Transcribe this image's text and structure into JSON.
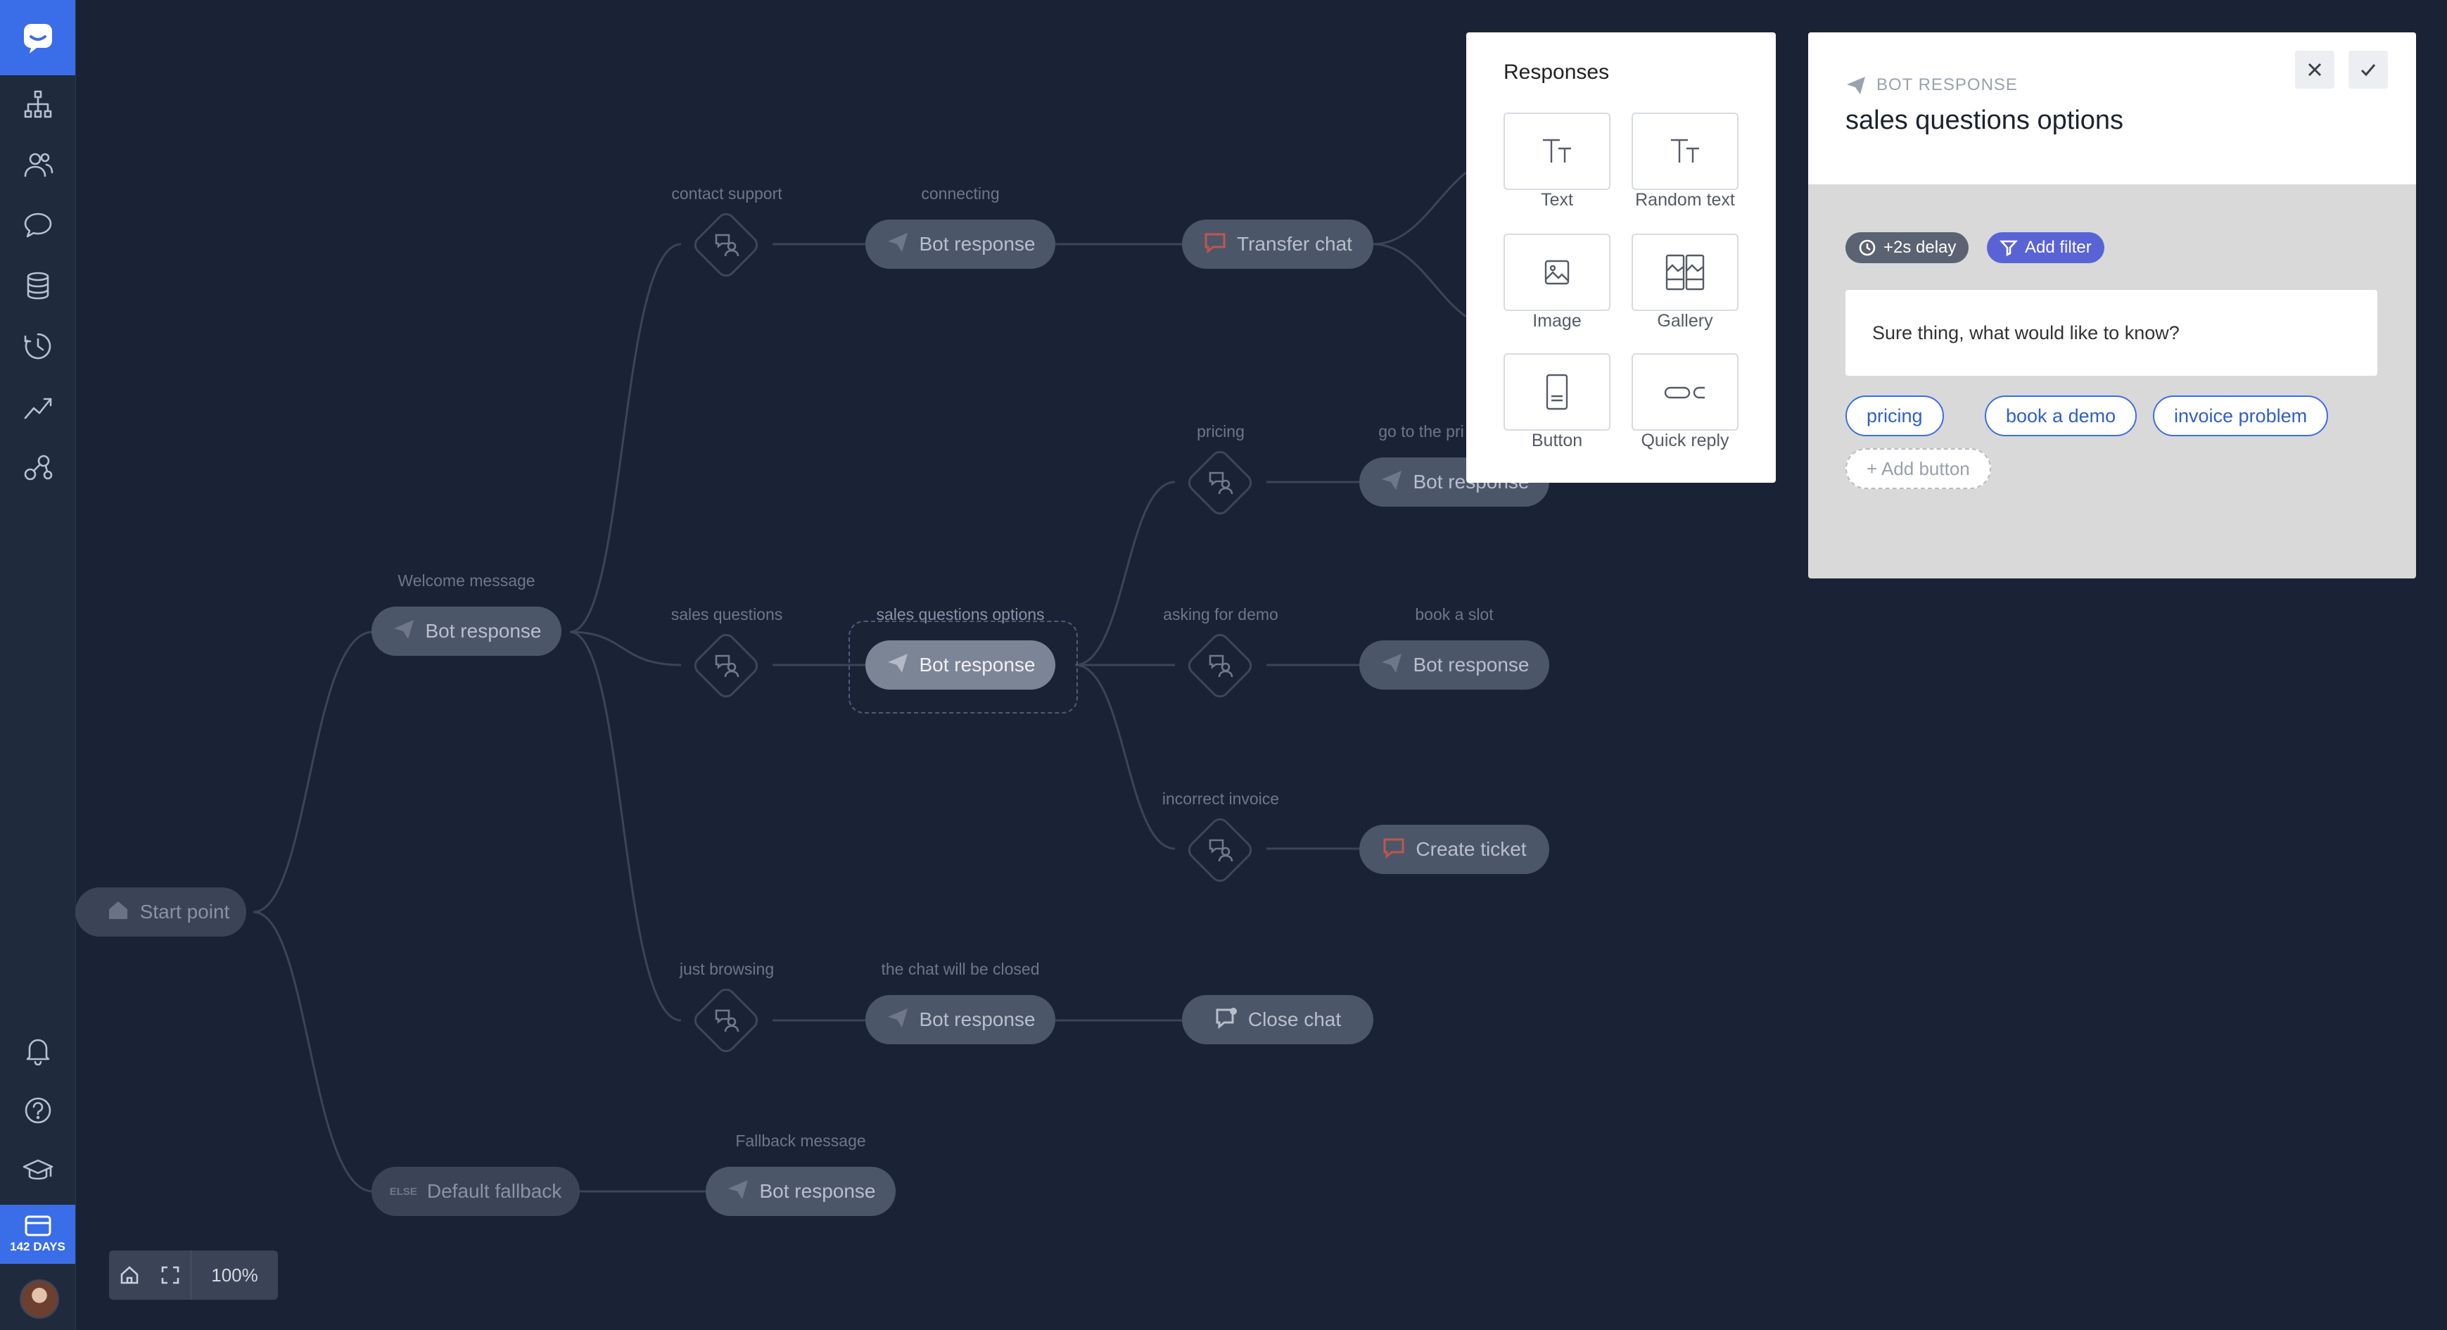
{
  "sidebar": {
    "trial_label": "142 DAYS",
    "icons": [
      "chat-logo-icon",
      "flow-icon",
      "audience-icon",
      "chat-bubble-icon",
      "database-icon",
      "history-icon",
      "analytics-icon",
      "integrations-icon",
      "bell-icon",
      "help-icon",
      "academy-icon",
      "billing-icon"
    ]
  },
  "flow": {
    "start_label": "Start point",
    "welcome": {
      "caption": "Welcome message",
      "label": "Bot response"
    },
    "fallback": {
      "label": "Default fallback",
      "tag": "ELSE"
    },
    "fallback_msg": {
      "caption": "Fallback message",
      "label": "Bot response"
    },
    "branch_contact": {
      "caption": "contact support"
    },
    "connecting": {
      "caption": "connecting",
      "label": "Bot response"
    },
    "transfer": {
      "label": "Transfer chat"
    },
    "branch_sales": {
      "caption": "sales questions"
    },
    "sales_options": {
      "caption": "sales questions options",
      "label": "Bot response"
    },
    "branch_pricing": {
      "caption": "pricing"
    },
    "pricing_resp": {
      "caption": "go to the pri",
      "label": "Bot response"
    },
    "branch_demo": {
      "caption": "asking for demo"
    },
    "slot_resp": {
      "caption": "book a slot",
      "label": "Bot response"
    },
    "branch_invoice": {
      "caption": "incorrect invoice"
    },
    "ticket": {
      "label": "Create ticket"
    },
    "branch_browsing": {
      "caption": "just browsing"
    },
    "closing": {
      "caption": "the chat will be closed",
      "label": "Bot response"
    },
    "close_chat": {
      "label": "Close chat"
    }
  },
  "zoom": {
    "level": "100%"
  },
  "responses": {
    "title": "Responses",
    "items": [
      "Text",
      "Random text",
      "Image",
      "Gallery",
      "Button",
      "Quick reply"
    ]
  },
  "editor": {
    "kicker": "BOT RESPONSE",
    "title": "sales questions options",
    "delay": "+2s delay",
    "filter": "Add filter",
    "message": "Sure thing, what would like to know?",
    "buttons": [
      "pricing",
      "book a demo",
      "invoice problem"
    ],
    "add_button": "+ Add button"
  },
  "colors": {
    "accent": "#3a6ee8",
    "filter_chip": "#5a63d6",
    "delay_chip": "#5b6272",
    "canvas": "#1a2335"
  }
}
